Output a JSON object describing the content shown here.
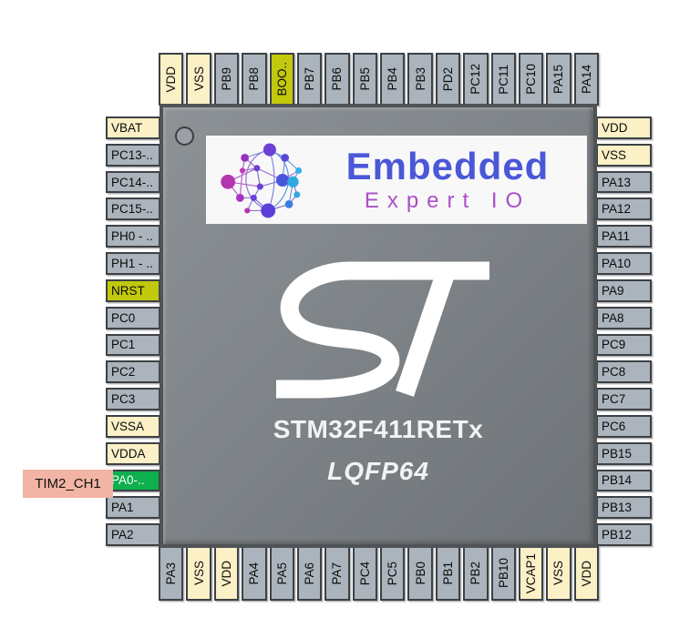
{
  "chip": {
    "name": "STM32F411RETx",
    "package": "LQFP64"
  },
  "brand": {
    "line1": "Embedded",
    "line2": "Expert IO"
  },
  "annotation": {
    "text": "TIM2_CH1"
  },
  "icons": {
    "pin1": "pin1-marker-circle",
    "st": "st-microelectronics-logo",
    "sphere": "network-sphere-logo"
  },
  "pins": {
    "top": [
      {
        "label": "VDD",
        "type": "power"
      },
      {
        "label": "VSS",
        "type": "power"
      },
      {
        "label": "PB9",
        "type": "io"
      },
      {
        "label": "PB8",
        "type": "io"
      },
      {
        "label": "BOO..",
        "type": "boot"
      },
      {
        "label": "PB7",
        "type": "io"
      },
      {
        "label": "PB6",
        "type": "io"
      },
      {
        "label": "PB5",
        "type": "io"
      },
      {
        "label": "PB4",
        "type": "io"
      },
      {
        "label": "PB3",
        "type": "io"
      },
      {
        "label": "PD2",
        "type": "io"
      },
      {
        "label": "PC12",
        "type": "io"
      },
      {
        "label": "PC11",
        "type": "io"
      },
      {
        "label": "PC10",
        "type": "io"
      },
      {
        "label": "PA15",
        "type": "io"
      },
      {
        "label": "PA14",
        "type": "io"
      }
    ],
    "left": [
      {
        "label": "VBAT",
        "type": "power"
      },
      {
        "label": "PC13-..",
        "type": "io"
      },
      {
        "label": "PC14-..",
        "type": "io"
      },
      {
        "label": "PC15-..",
        "type": "io"
      },
      {
        "label": "PH0 - ..",
        "type": "io"
      },
      {
        "label": "PH1 - ..",
        "type": "io"
      },
      {
        "label": "NRST",
        "type": "boot"
      },
      {
        "label": "PC0",
        "type": "io"
      },
      {
        "label": "PC1",
        "type": "io"
      },
      {
        "label": "PC2",
        "type": "io"
      },
      {
        "label": "PC3",
        "type": "io"
      },
      {
        "label": "VSSA",
        "type": "power"
      },
      {
        "label": "VDDA",
        "type": "power"
      },
      {
        "label": "PA0-..",
        "type": "active"
      },
      {
        "label": "PA1",
        "type": "io"
      },
      {
        "label": "PA2",
        "type": "io"
      }
    ],
    "right": [
      {
        "label": "VDD",
        "type": "power"
      },
      {
        "label": "VSS",
        "type": "power"
      },
      {
        "label": "PA13",
        "type": "io"
      },
      {
        "label": "PA12",
        "type": "io"
      },
      {
        "label": "PA11",
        "type": "io"
      },
      {
        "label": "PA10",
        "type": "io"
      },
      {
        "label": "PA9",
        "type": "io"
      },
      {
        "label": "PA8",
        "type": "io"
      },
      {
        "label": "PC9",
        "type": "io"
      },
      {
        "label": "PC8",
        "type": "io"
      },
      {
        "label": "PC7",
        "type": "io"
      },
      {
        "label": "PC6",
        "type": "io"
      },
      {
        "label": "PB15",
        "type": "io"
      },
      {
        "label": "PB14",
        "type": "io"
      },
      {
        "label": "PB13",
        "type": "io"
      },
      {
        "label": "PB12",
        "type": "io"
      }
    ],
    "bottom": [
      {
        "label": "PA3",
        "type": "io"
      },
      {
        "label": "VSS",
        "type": "power"
      },
      {
        "label": "VDD",
        "type": "power"
      },
      {
        "label": "PA4",
        "type": "io"
      },
      {
        "label": "PA5",
        "type": "io"
      },
      {
        "label": "PA6",
        "type": "io"
      },
      {
        "label": "PA7",
        "type": "io"
      },
      {
        "label": "PC4",
        "type": "io"
      },
      {
        "label": "PC5",
        "type": "io"
      },
      {
        "label": "PB0",
        "type": "io"
      },
      {
        "label": "PB1",
        "type": "io"
      },
      {
        "label": "PB2",
        "type": "io"
      },
      {
        "label": "PB10",
        "type": "io"
      },
      {
        "label": "VCAP1",
        "type": "power"
      },
      {
        "label": "VSS",
        "type": "power"
      },
      {
        "label": "VDD",
        "type": "power"
      }
    ]
  },
  "colors": {
    "power": "#fbf0c6",
    "io": "#abb4bc",
    "boot": "#c2c90d",
    "active": "#0db04d",
    "annotation": "#f2b4a4",
    "brand_blue": "#4a57d8",
    "brand_purple": "#ab4ec9"
  }
}
